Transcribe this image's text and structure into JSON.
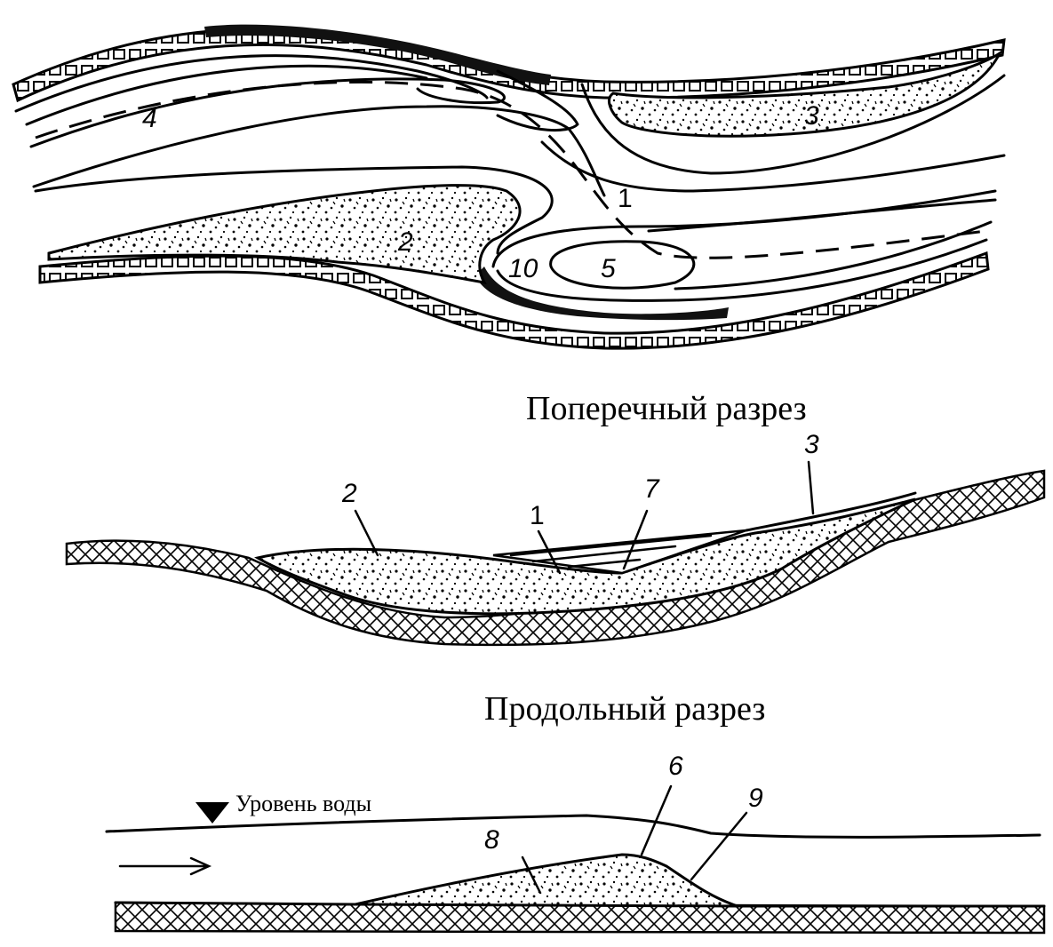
{
  "headings": {
    "cross_section": "Поперечный разрез",
    "longitudinal_section": "Продольный разрез"
  },
  "water_level_label": "Уровень воды",
  "plan_labels": {
    "l1": "1",
    "l2": "2",
    "l3": "3",
    "l4": "4",
    "l5": "5",
    "l10": "10"
  },
  "cross_labels": {
    "l1": "1",
    "l2": "2",
    "l3": "3",
    "l7": "7"
  },
  "long_labels": {
    "l6": "6",
    "l8": "8",
    "l9": "9"
  }
}
